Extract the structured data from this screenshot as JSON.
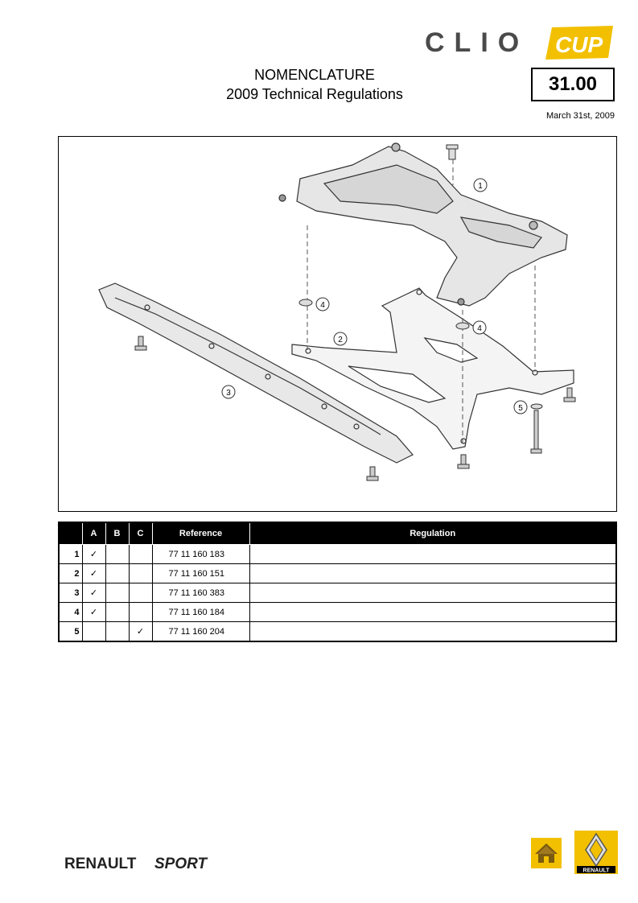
{
  "header": {
    "logo_text_main": "CLIO",
    "logo_text_badge": "CUP",
    "title_line1": "NOMENCLATURE",
    "title_line2": "2009 Technical Regulations",
    "page_number": "31.00",
    "date": "March 31st, 2009"
  },
  "drawing": {
    "callouts": [
      "1",
      "2",
      "3",
      "4",
      "4",
      "5"
    ]
  },
  "table": {
    "headers": [
      "",
      "A",
      "B",
      "C",
      "Reference",
      "Regulation"
    ],
    "check_symbol": "✓",
    "rows": [
      {
        "num": "1",
        "a": "✓",
        "b": "",
        "c": "",
        "reference": "77 11 160 183",
        "regulation": ""
      },
      {
        "num": "2",
        "a": "✓",
        "b": "",
        "c": "",
        "reference": "77 11 160 151",
        "regulation": ""
      },
      {
        "num": "3",
        "a": "✓",
        "b": "",
        "c": "",
        "reference": "77 11 160 383",
        "regulation": ""
      },
      {
        "num": "4",
        "a": "✓",
        "b": "",
        "c": "",
        "reference": "77 11 160 184",
        "regulation": ""
      },
      {
        "num": "5",
        "a": "",
        "b": "",
        "c": "✓",
        "reference": "77 11 160 204",
        "regulation": ""
      }
    ]
  },
  "footer": {
    "brand_left": "RENAULT",
    "brand_right": "SPORT",
    "badge_text": "RENAULT",
    "home_icon": "home-icon"
  },
  "colors": {
    "accent_yellow": "#f2c000",
    "logo_grey": "#4a4a4a",
    "table_header_bg": "#000000"
  }
}
